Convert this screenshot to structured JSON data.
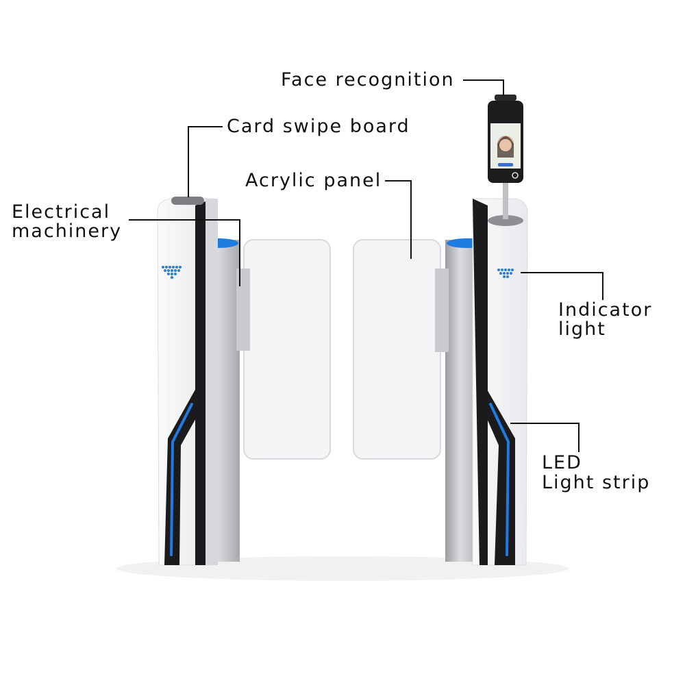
{
  "labels": {
    "face_recognition": "Face recognition",
    "card_swipe_board": "Card swipe board",
    "acrylic_panel": "Acrylic panel",
    "electrical_machinery_1": "Electrical",
    "electrical_machinery_2": "machinery",
    "indicator_light_1": "Indicator",
    "indicator_light_2": "light",
    "led_strip_1": "LED",
    "led_strip_2": "Light strip"
  },
  "colors": {
    "led_blue": "#1e7be0",
    "body_white": "#f4f4f6",
    "trim_black": "#1b1b1e",
    "glass": "#eef0f2"
  }
}
